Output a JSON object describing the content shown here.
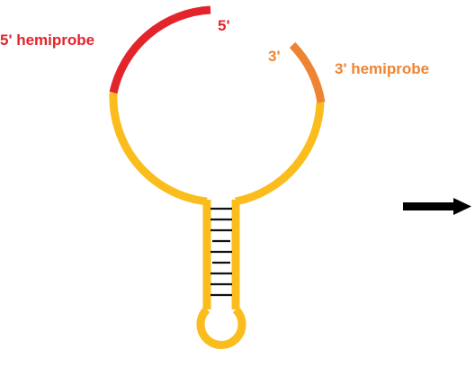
{
  "labels": {
    "five_prime_hemiprobe": "5' hemiprobe",
    "five_prime_end": "5'",
    "three_prime_end": "3'",
    "three_prime_hemiprobe": "3' hemiprobe"
  },
  "colors": {
    "background": "#ffffff",
    "hemiprobe_5": "#e3242b",
    "hemiprobe_3": "#ee8432",
    "backbone": "#fbbd1d",
    "base_pairs": "#111111",
    "arrow": "#000000"
  },
  "icons": {
    "arrow": "right-arrow-icon"
  }
}
